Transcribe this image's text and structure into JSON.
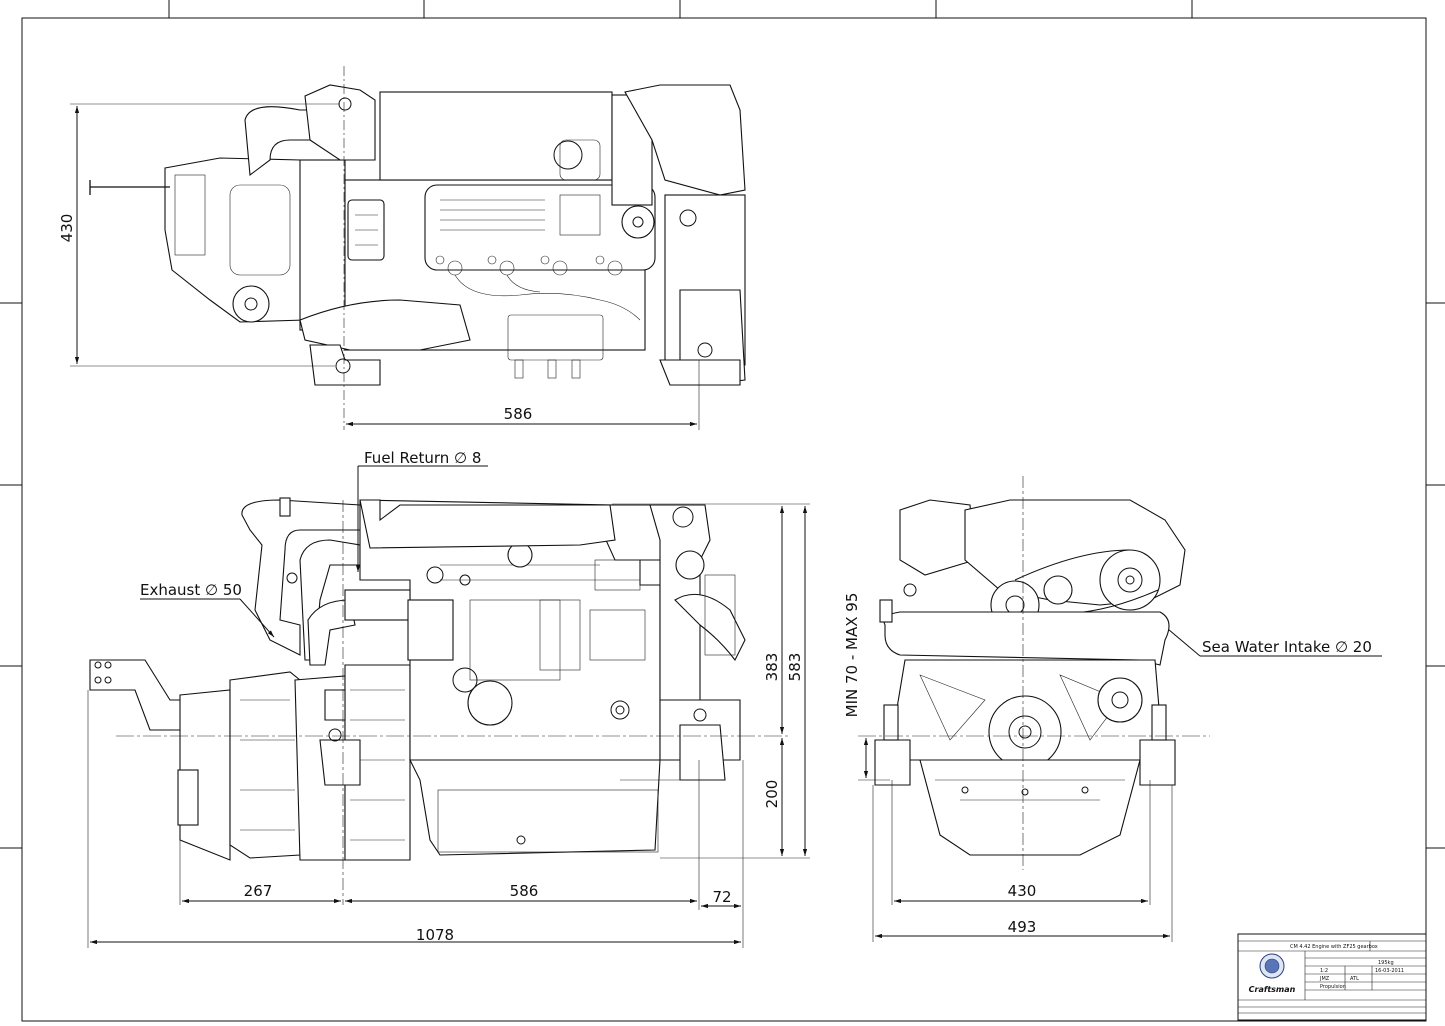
{
  "dimensions": {
    "top_height": "430",
    "top_length": "586",
    "side_gearbox": "267",
    "side_engine": "586",
    "side_front": "72",
    "side_total": "1078",
    "side_upper": "383",
    "side_overall_height": "583",
    "side_lower": "200",
    "front_width": "430",
    "front_total": "493",
    "front_angle": "MIN 70 - MAX 95"
  },
  "callouts": {
    "fuel_return": "Fuel Return ∅ 8",
    "exhaust": "Exhaust ∅ 50",
    "sea_water_intake": "Sea Water Intake ∅ 20"
  },
  "title_block": {
    "description": "CM 4.42 Engine with ZF25 gearbox",
    "weight": "195kg",
    "scale": "1:2",
    "date": "16-03-2011",
    "drawn_by": "JMZ",
    "checked_by": "ATL",
    "category": "Propulsion",
    "logo_text": "Craftsman"
  }
}
